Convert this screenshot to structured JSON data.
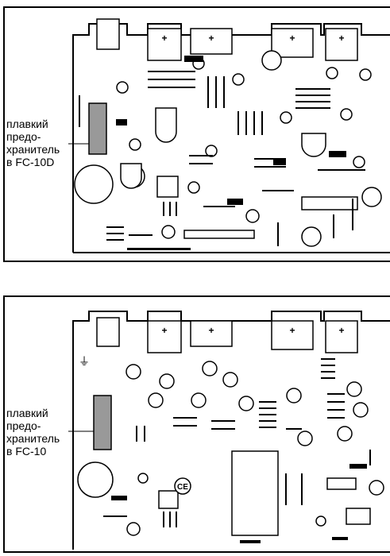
{
  "diagrams": [
    {
      "id": "top",
      "label_lines": [
        "плавкий",
        "предо-",
        "хранитель",
        "в FC-10D"
      ]
    },
    {
      "id": "bottom",
      "label_lines": [
        "плавкий",
        "предо-",
        "хранитель",
        "в FC-10"
      ]
    }
  ],
  "symbols": {
    "ce_mark": "CE",
    "plus": "+",
    "ground": "⏚"
  }
}
